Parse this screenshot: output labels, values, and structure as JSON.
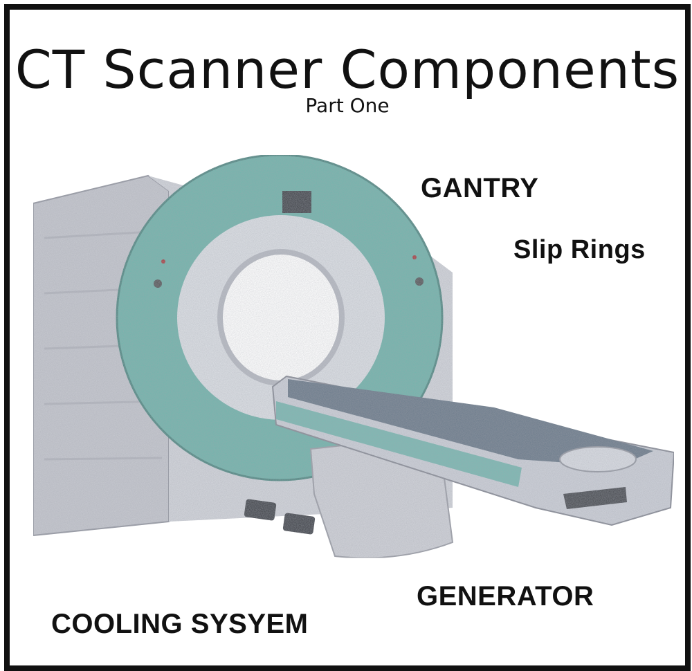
{
  "title": "CT Scanner Components",
  "subtitle": "Part One",
  "labels": {
    "gantry": "GANTRY",
    "slip_rings": "Slip Rings",
    "generator": "GENERATOR",
    "cooling_system": "COOLING SYSYEM"
  },
  "colors": {
    "frame": "#111111",
    "housing_gray": "#c9cbd1",
    "gantry_teal": "#6fb3ab",
    "table_slate": "#6f7f8e",
    "text": "#111111"
  }
}
